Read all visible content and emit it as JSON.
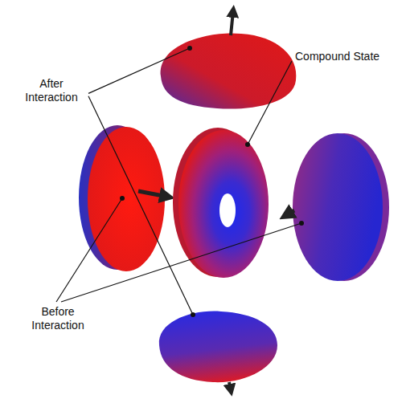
{
  "diagram": {
    "labels": [
      "After Interaction",
      "Compound State",
      "Before Interaction"
    ]
  }
}
